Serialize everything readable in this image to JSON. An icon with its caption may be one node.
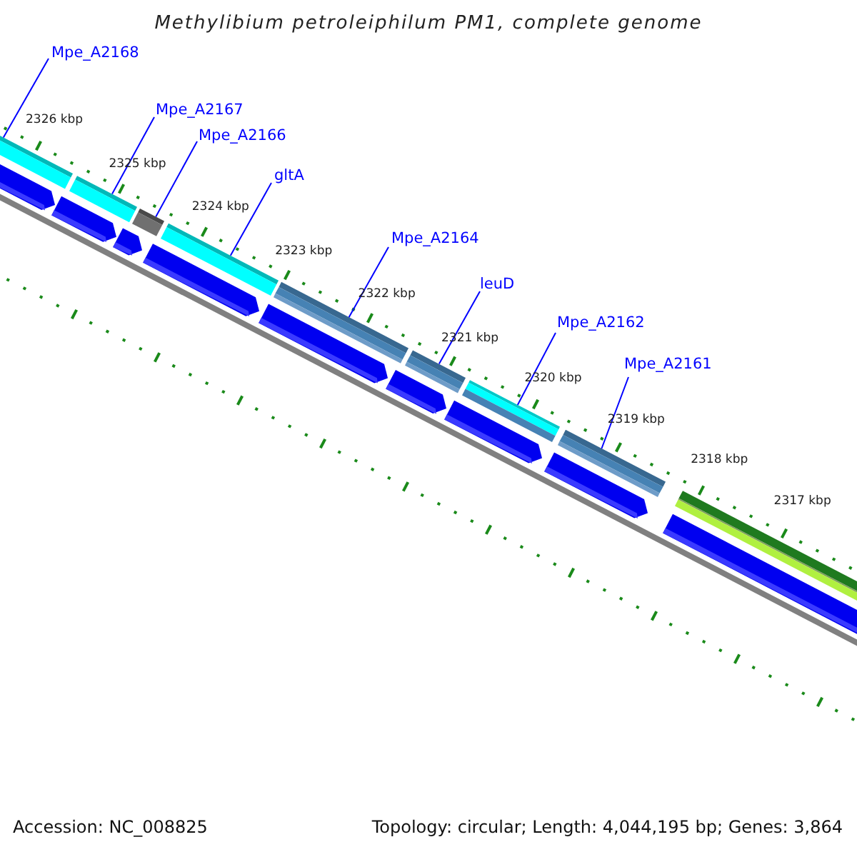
{
  "diagram": {
    "title": "Methylibium petroleiphilum PM1, complete genome",
    "nodes": [
      {
        "text": [
          "Mpe_A2168"
        ]
      },
      {
        "text": [
          "Mpe_A2167"
        ]
      },
      {
        "text": [
          "Mpe_A2166"
        ]
      },
      {
        "text": [
          "gltA"
        ]
      },
      {
        "text": [
          "Mpe_A2164"
        ]
      },
      {
        "text": [
          "leuD"
        ]
      },
      {
        "text": [
          "Mpe_A2162"
        ]
      },
      {
        "text": [
          "Mpe_A2161"
        ]
      },
      {
        "text": [],
        "shape": "bar"
      },
      {
        "text": [],
        "shape": "bar"
      },
      {
        "text": [],
        "shape": "bar"
      },
      {
        "text": [],
        "shape": "bar"
      },
      {
        "text": [],
        "shape": "bar"
      },
      {
        "text": [],
        "shape": "bar"
      },
      {
        "text": [],
        "shape": "bar"
      },
      {
        "text": [],
        "shape": "bar"
      }
    ],
    "edges": [
      {
        "from": 0,
        "to": 8,
        "arrow": "none"
      },
      {
        "from": 1,
        "to": 9,
        "arrow": "none"
      },
      {
        "from": 2,
        "to": 10,
        "arrow": "none"
      },
      {
        "from": 3,
        "to": 11,
        "arrow": "none"
      },
      {
        "from": 4,
        "to": 12,
        "arrow": "none"
      },
      {
        "from": 5,
        "to": 13,
        "arrow": "none"
      },
      {
        "from": 6,
        "to": 14,
        "arrow": "none"
      },
      {
        "from": 7,
        "to": 15,
        "arrow": "none"
      }
    ],
    "labels": [
      "2326 kbp",
      "2325 kbp",
      "2324 kbp",
      "2323 kbp",
      "2322 kbp",
      "2321 kbp",
      "2320 kbp",
      "2319 kbp",
      "2318 kbp",
      "2317 kbp",
      "Accession: NC_008825",
      "Topology: circular; Length: 4,044,195 bp; Genes: 3,864"
    ]
  }
}
